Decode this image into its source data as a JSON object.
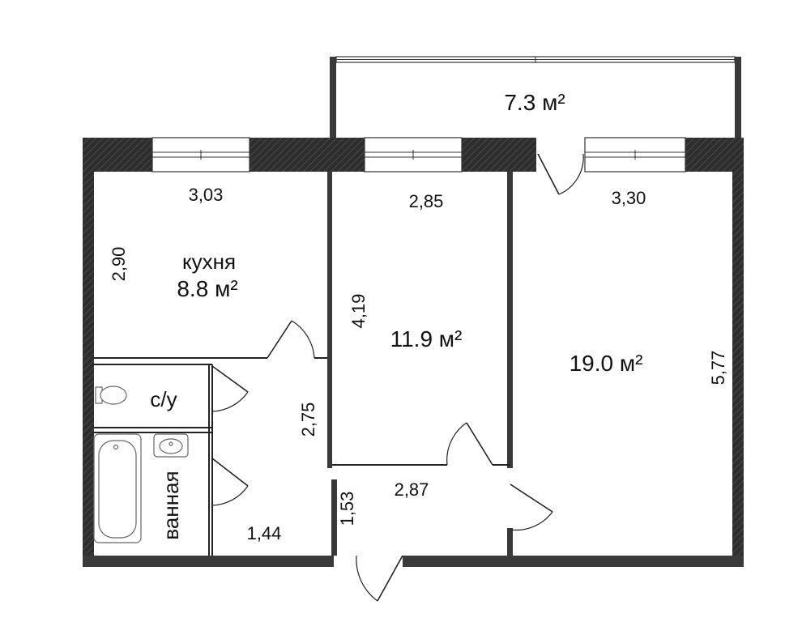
{
  "rooms": {
    "balcony": {
      "area": "7.3 м²"
    },
    "kitchen": {
      "name": "кухня",
      "area": "8.8 м²",
      "width": "3,03",
      "height": "2,90"
    },
    "bedroom": {
      "area": "11.9 м²",
      "width": "2,85",
      "height": "4,19"
    },
    "living": {
      "area": "19.0 м²",
      "width": "3,30",
      "height": "5,77"
    },
    "toilet": {
      "name": "с/у"
    },
    "bathroom": {
      "name": "ванная"
    },
    "hall": {
      "length": "2,75",
      "width": "1,44"
    },
    "corridor": {
      "length": "2,87",
      "width": "1,53"
    }
  }
}
